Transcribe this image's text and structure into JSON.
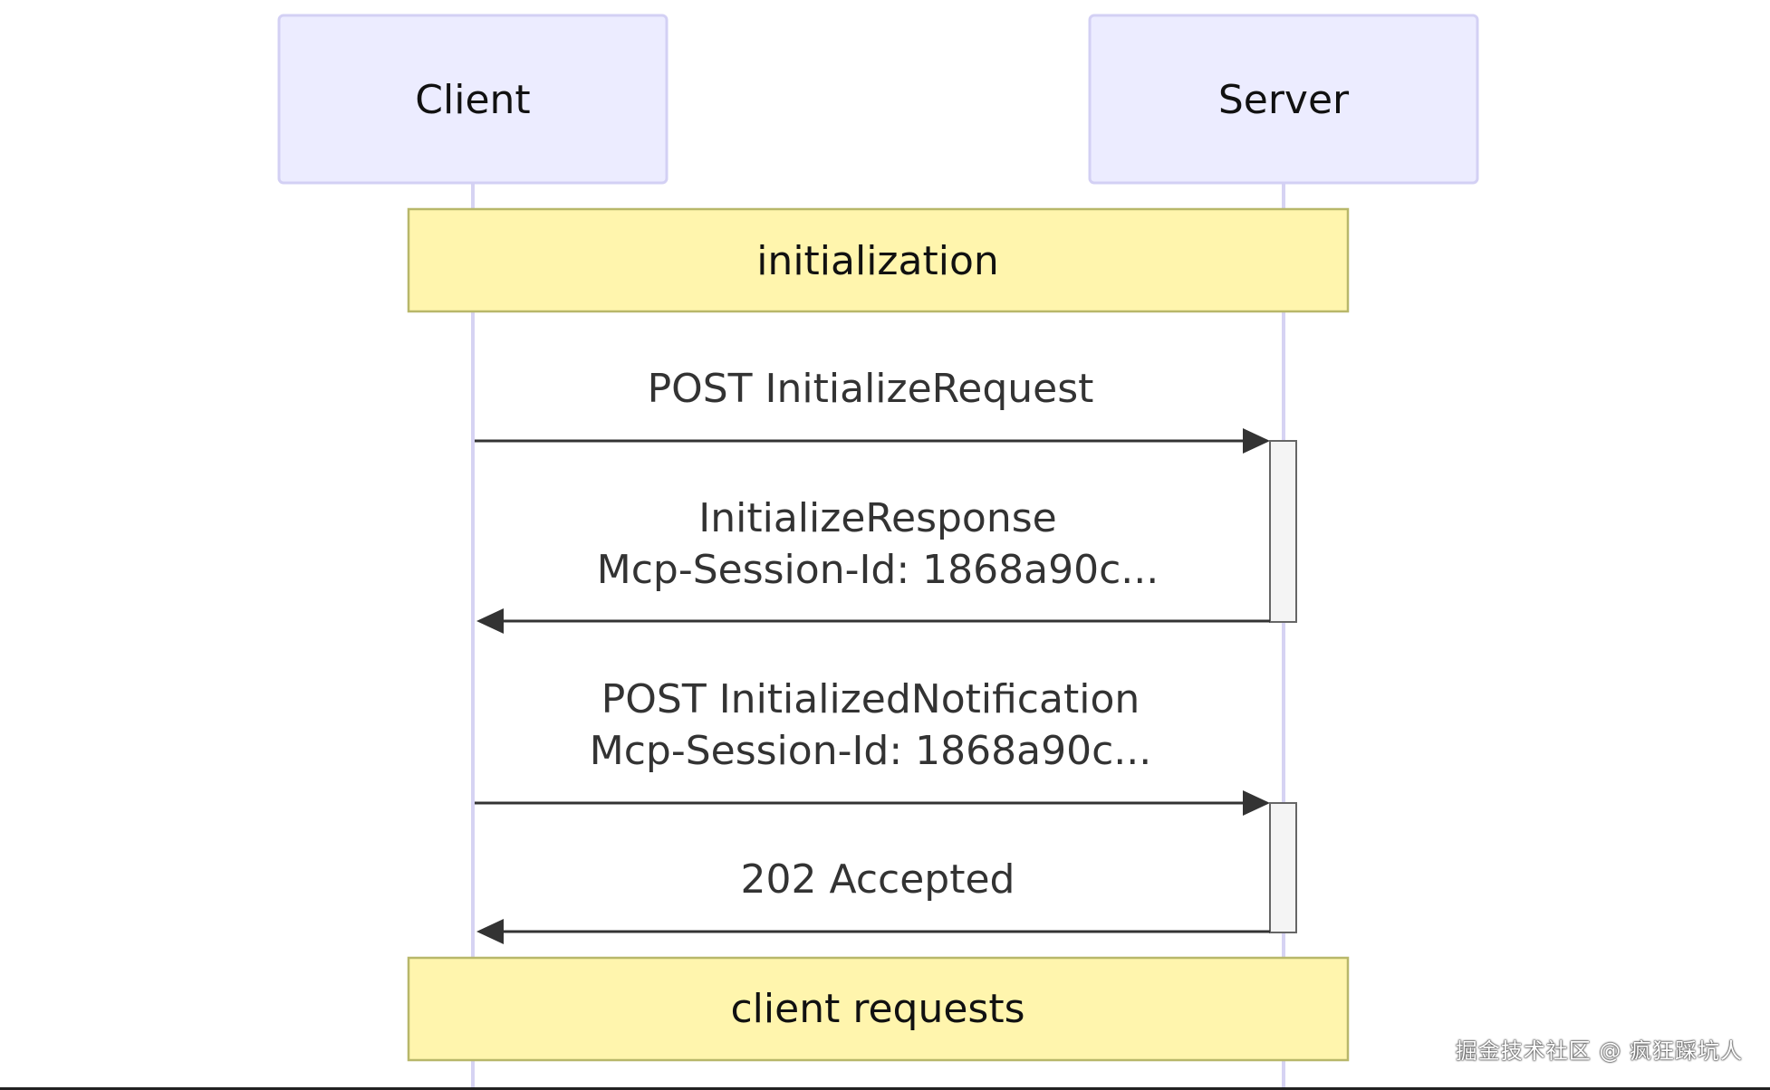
{
  "actors": [
    {
      "id": "client",
      "label": "Client"
    },
    {
      "id": "server",
      "label": "Server"
    }
  ],
  "notes": [
    {
      "id": "initialization",
      "label": "initialization"
    },
    {
      "id": "client-requests",
      "label": "client requests"
    }
  ],
  "messages": [
    {
      "from": "client",
      "to": "server",
      "lines": [
        "POST InitializeRequest"
      ]
    },
    {
      "from": "server",
      "to": "client",
      "lines": [
        "InitializeResponse",
        "Mcp-Session-Id: 1868a90c..."
      ]
    },
    {
      "from": "client",
      "to": "server",
      "lines": [
        "POST InitializedNotification",
        "Mcp-Session-Id: 1868a90c..."
      ]
    },
    {
      "from": "server",
      "to": "client",
      "lines": [
        "202 Accepted"
      ]
    }
  ],
  "colors": {
    "actor_fill": "#ececff",
    "actor_stroke": "#d3d0f4",
    "note_fill": "#fff5ad",
    "note_stroke": "#b8b76a",
    "line": "#333333"
  },
  "watermark": "掘金技术社区 @ 疯狂踩坑人"
}
